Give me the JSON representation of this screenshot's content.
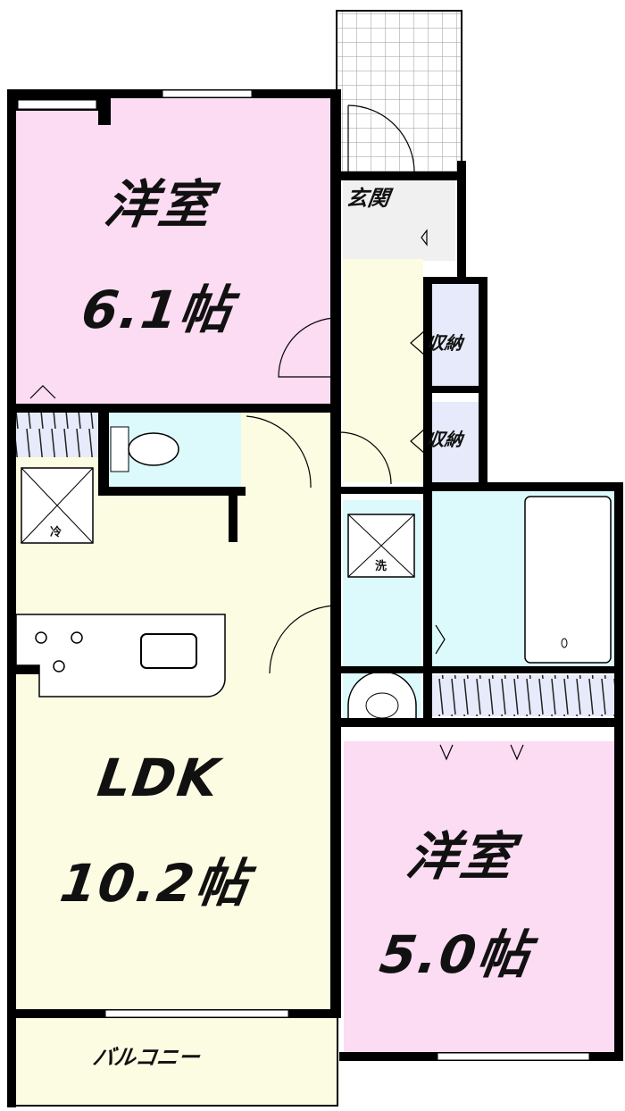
{
  "floor_plan": {
    "rooms": [
      {
        "id": "western-room-1",
        "name": "洋室",
        "area": "6.1帖"
      },
      {
        "id": "entrance",
        "name": "玄関"
      },
      {
        "id": "storage-1",
        "name": "収納"
      },
      {
        "id": "storage-2",
        "name": "収納"
      },
      {
        "id": "ldk",
        "name": "LDK",
        "area": "10.2帖"
      },
      {
        "id": "western-room-2",
        "name": "洋室",
        "area": "5.0帖"
      },
      {
        "id": "balcony",
        "name": "バルコニー"
      }
    ],
    "fixtures": {
      "fridge": "冷",
      "washer": "洗"
    },
    "colors": {
      "western_room": "#fbdcf2",
      "ldk": "#fcfce2",
      "wet_area": "#dcfafc",
      "storage": "#e6eafa",
      "wall": "#000000"
    }
  }
}
